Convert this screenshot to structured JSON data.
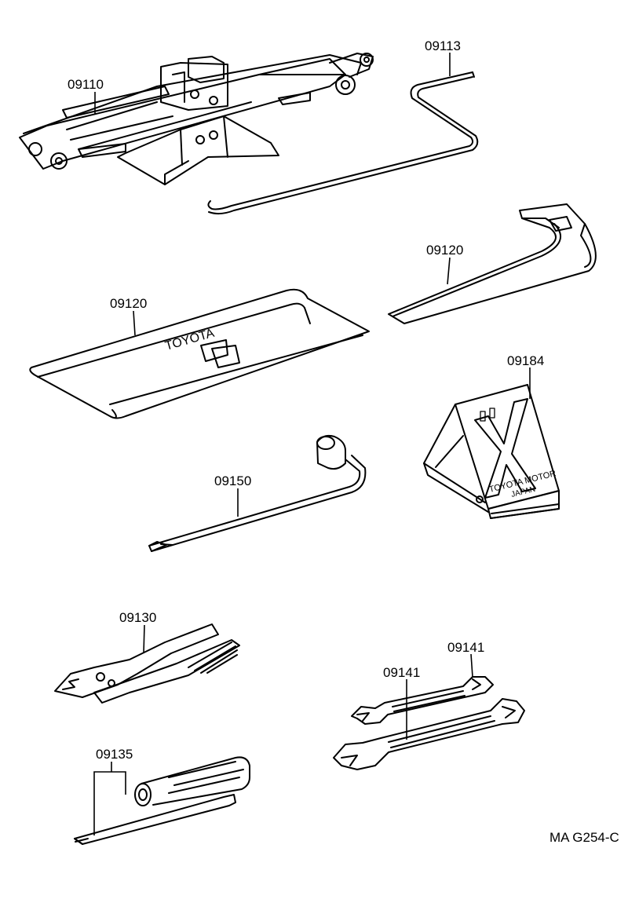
{
  "diagram_code": "MA G254-C",
  "parts": [
    {
      "id": "jack",
      "part_number": "09110"
    },
    {
      "id": "jack-handle",
      "part_number": "09113"
    },
    {
      "id": "jack-handle-bag",
      "part_number": "09120"
    },
    {
      "id": "tool-bag",
      "part_number": "09120",
      "imprint": "TOYOTA"
    },
    {
      "id": "wheel-chock",
      "part_number": "09184",
      "imprint_line1": "TOYOTA MOTOR",
      "imprint_line2": "JAPAN"
    },
    {
      "id": "wheel-nut-wrench",
      "part_number": "09150"
    },
    {
      "id": "pliers",
      "part_number": "09130"
    },
    {
      "id": "screwdriver",
      "part_number": "09135"
    },
    {
      "id": "wrench-small",
      "part_number": "09141"
    },
    {
      "id": "wrench-large",
      "part_number": "09141"
    }
  ],
  "colors": {
    "line": "#000000",
    "background": "#ffffff"
  }
}
